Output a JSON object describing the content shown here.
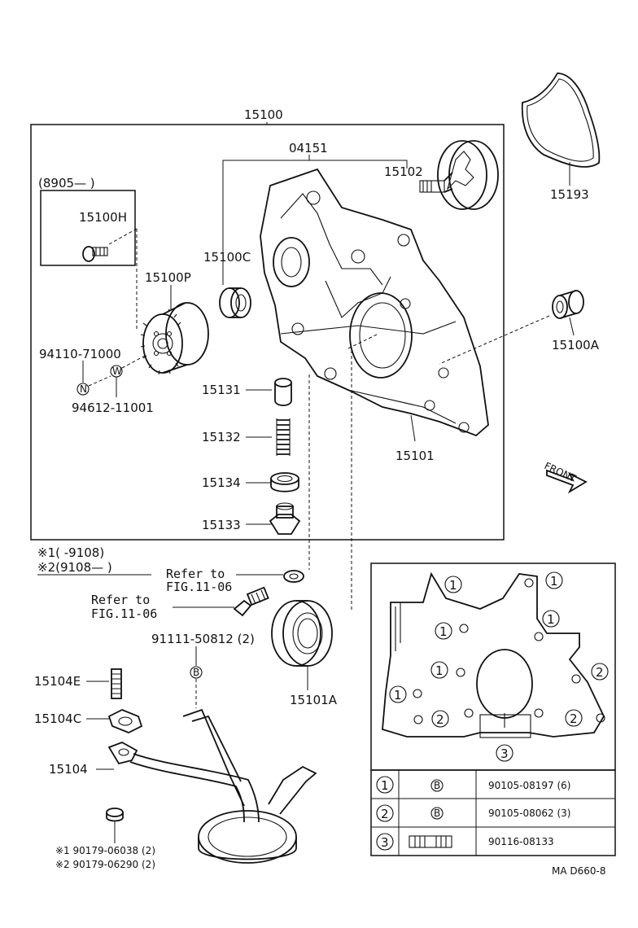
{
  "labels": {
    "assembly": "15100",
    "gasket_kit": "04151",
    "date_range": "(8905—     )",
    "bolt": "15100H",
    "pulley": "15100P",
    "pin": "94110-71000",
    "washer_part": "94612-11001",
    "oil_seal_c": "15100C",
    "rotor": "15102",
    "seal_ring": "15193",
    "bushing": "15100A",
    "plug_cap": "15131",
    "spring": "15132",
    "gasket_134": "15134",
    "plug": "15133",
    "pump_body": "15101",
    "front": "FRONT",
    "note1": "※1(       -9108)",
    "note2": "※2(9108—      )",
    "refer1_a": "Refer to",
    "refer1_b": "FIG.11-06",
    "refer2_a": "Refer to",
    "refer2_b": "FIG.11-06",
    "bolt_91111": "91111-50812 (2)",
    "oil_seal": "15101A",
    "stud": "15104E",
    "gasket_104c": "15104C",
    "strainer": "15104",
    "nut1": "※1  90179-06038 (2)",
    "nut2": "※2  90179-06290 (2)",
    "figure_code": "MA D660-8"
  },
  "markers": {
    "n": "N",
    "w": "W",
    "b": "B"
  },
  "bolt_positions": {
    "p1": "1",
    "p2": "2",
    "p3": "3"
  },
  "legend_table": [
    {
      "index": "1",
      "symbol": "B",
      "part": "90105-08197 (6)"
    },
    {
      "index": "2",
      "symbol": "B",
      "part": "90105-08062 (3)"
    },
    {
      "index": "3",
      "symbol": "",
      "part": "90116-08133"
    }
  ]
}
